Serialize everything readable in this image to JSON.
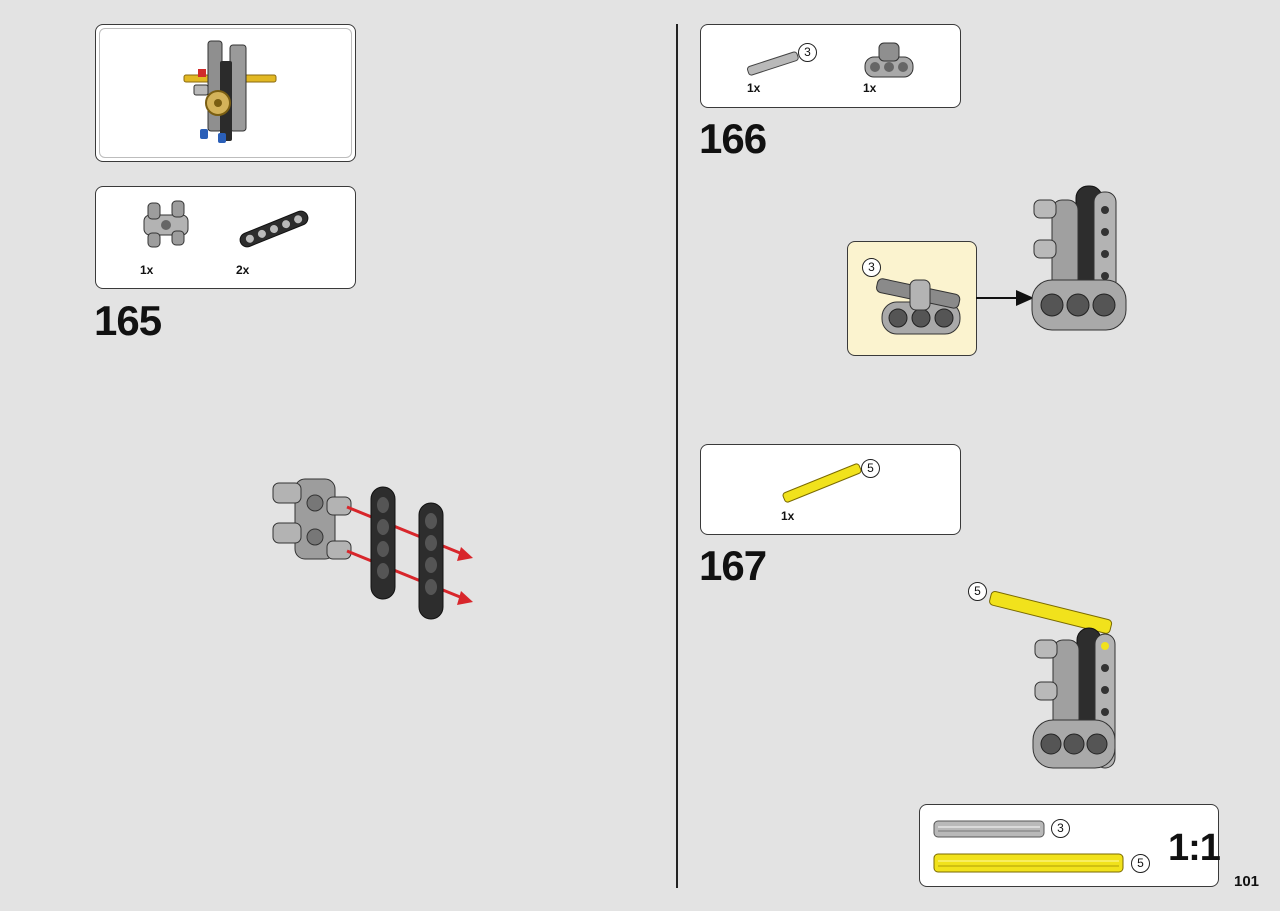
{
  "page": {
    "number": "101"
  },
  "steps": [
    {
      "number": "165",
      "parts": [
        {
          "qty": "1x",
          "icon": "connector-double-pin-icon"
        },
        {
          "qty": "2x",
          "icon": "beam-5-icon"
        }
      ]
    },
    {
      "number": "166",
      "parts": [
        {
          "qty": "1x",
          "icon": "axle-3-gray-icon",
          "length": "3"
        },
        {
          "qty": "1x",
          "icon": "axle-connector-3-hole-icon"
        }
      ],
      "callout_length": "3"
    },
    {
      "number": "167",
      "parts": [
        {
          "qty": "1x",
          "icon": "axle-5-yellow-icon",
          "length": "5"
        }
      ],
      "callout_length": "5"
    }
  ],
  "scale_guide": {
    "label": "1:1",
    "items": [
      {
        "length": "3",
        "color": "#b9b9b9"
      },
      {
        "length": "5",
        "color": "#f1e21c"
      }
    ]
  },
  "colors": {
    "arrow_red": "#d8262b",
    "callout_bg": "#fbf3cf",
    "yellow": "#f1e21c",
    "dark_gray": "#4a4a4a",
    "light_gray": "#b9b9b9"
  }
}
